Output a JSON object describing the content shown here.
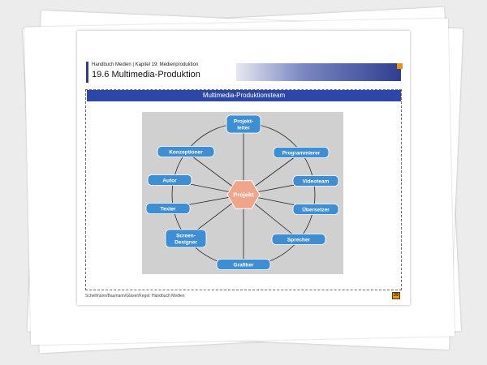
{
  "header": {
    "breadcrumb": "Handbuch Medien | Kapitel 19: Medienproduktion",
    "section_title": "19.6 Multimedia-Produktion"
  },
  "diagram": {
    "title": "Multimedia-Produktionsteam",
    "hub": "Projekt",
    "nodes": [
      {
        "id": "projektleiter",
        "lines": [
          "Projekt-",
          "leiter"
        ]
      },
      {
        "id": "programmierer",
        "lines": [
          "Programmierer"
        ]
      },
      {
        "id": "videoteam",
        "lines": [
          "Videoteam"
        ]
      },
      {
        "id": "uebersetzer",
        "lines": [
          "Übersetzer"
        ]
      },
      {
        "id": "sprecher",
        "lines": [
          "Sprecher"
        ]
      },
      {
        "id": "grafiker",
        "lines": [
          "Grafiker"
        ]
      },
      {
        "id": "screen-designer",
        "lines": [
          "Screen-",
          "Designer"
        ]
      },
      {
        "id": "texter",
        "lines": [
          "Texter"
        ]
      },
      {
        "id": "autor",
        "lines": [
          "Autor"
        ]
      },
      {
        "id": "konzeptioner",
        "lines": [
          "Konzeptioner"
        ]
      }
    ]
  },
  "footer": {
    "citation": "Schellmann/Baumann/Gläser/Kegel: Handbuch Medien",
    "page_number": "29"
  },
  "colors": {
    "node_fill": "#3f8ed3",
    "hub_fill": "#f0a48a",
    "banner": "#2c47a8",
    "accent": "#e89412"
  }
}
